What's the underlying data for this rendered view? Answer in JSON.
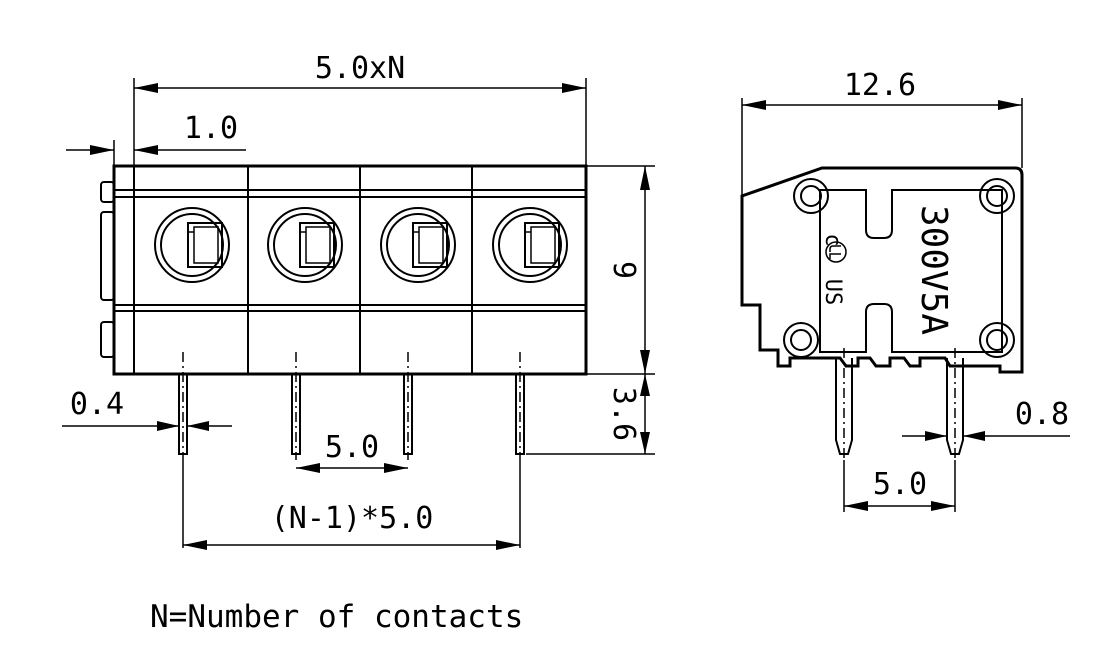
{
  "dimensions": {
    "total_width": "5.0xN",
    "offset": "1.0",
    "height": "9",
    "pin_length": "3.6",
    "pin_width_front": "0.4",
    "pitch_front": "5.0",
    "pin_span": "(N-1)*5.0",
    "depth": "12.6",
    "pin_width_side": "0.8",
    "pitch_side": "5.0"
  },
  "label": {
    "rating": "300V5A",
    "cert_c": "c",
    "cert_us": "US"
  },
  "note": "N=Number of contacts"
}
